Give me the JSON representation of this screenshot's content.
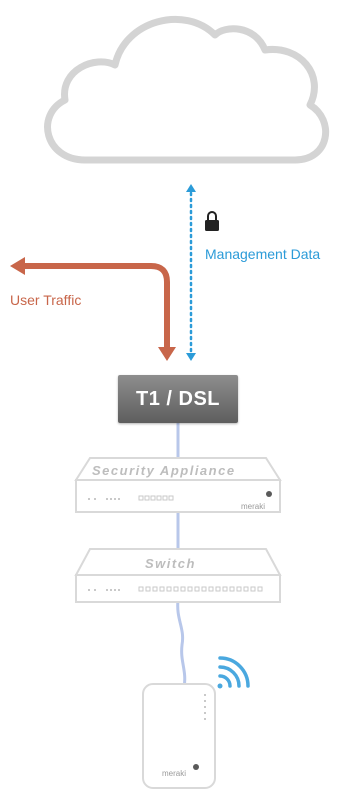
{
  "labels": {
    "management": "Management Data",
    "user_traffic": "User Traffic",
    "uplink": "T1 / DSL",
    "security_appliance": "Security Appliance",
    "switch": "Switch",
    "brand": "meraki"
  },
  "colors": {
    "cloud_stroke": "#d4d4d4",
    "management": "#2b9bd8",
    "user_traffic": "#c8664a",
    "uplink_box": "#6e6e6e",
    "cable": "#b8c7ea",
    "device_outline": "#d9d9d9",
    "wifi": "#4aa8df"
  },
  "icons": [
    "cloud-icon",
    "lock-icon",
    "wifi-signal-icon"
  ]
}
